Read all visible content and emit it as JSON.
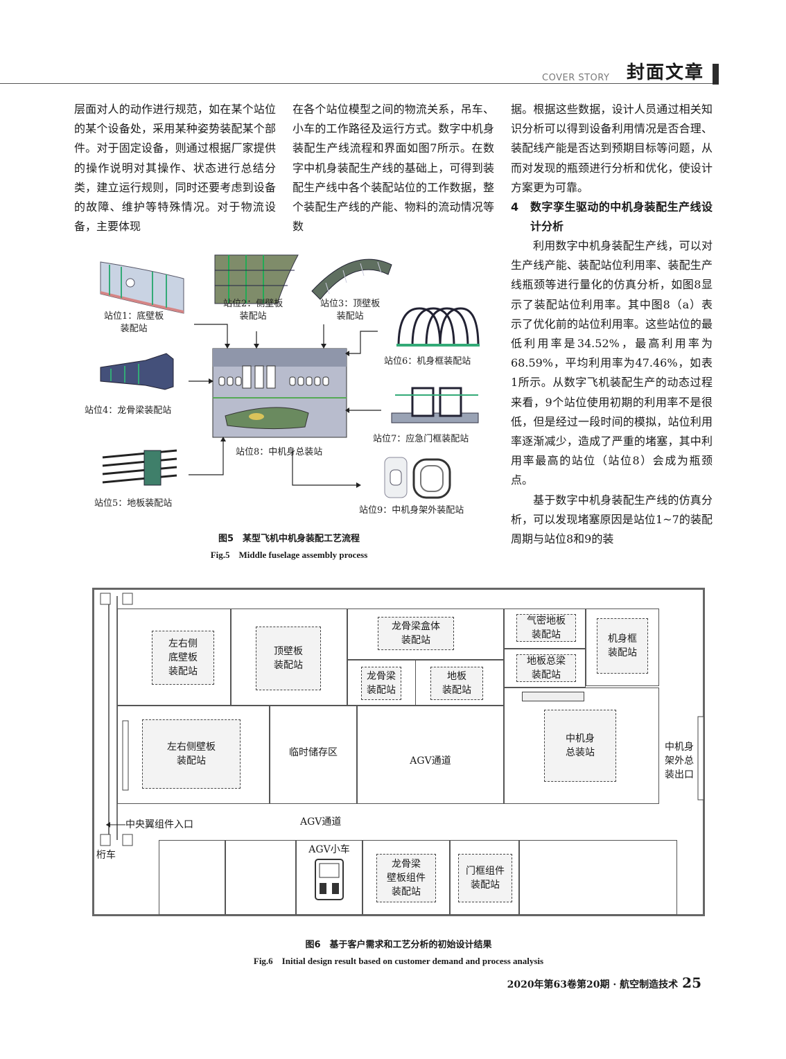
{
  "header": {
    "en": "COVER STORY",
    "cn": "封面文章"
  },
  "columns": {
    "left": [
      "层面对人的动作进行规范，如在某个站位的某个设备处，采用某种姿势装配某个部件。对于固定设备，则通过根据厂家提供的操作说明对其操作、状态进行总结分类，建立运行规则，同时还要考虑到设备的故障、维护等特殊情况。对于物流设备，主要体现"
    ],
    "middle": [
      "在各个站位模型之间的物流关系，吊车、小车的工作路径及运行方式。数字中机身装配生产线流程和界面如图7所示。在数字中机身装配生产线的基础上，可得到装配生产线中各个装配站位的工作数据，整个装配生产线的产能、物料的流动情况等数"
    ],
    "right_p1": "据。根据这些数据，设计人员通过相关知识分析可以得到设备利用情况是否合理、装配线产能是否达到预期目标等问题，从而对发现的瓶颈进行分析和优化，使设计方案更为可靠。",
    "section_heading": "4　数字孪生驱动的中机身装配生产线设计分析",
    "right_p2": "利用数字中机身装配生产线，可以对生产线产能、装配站位利用率、装配生产线瓶颈等进行量化的仿真分析，如图8显示了装配站位利用率。其中图8（a）表示了优化前的站位利用率。这些站位的最低利用率是34.52%，最高利用率为68.59%，平均利用率为47.46%，如表1所示。从数字飞机装配生产的动态过程来看，9个站位使用初期的利用率不是很低，但是经过一段时间的模拟，站位利用率逐渐减少，造成了严重的堵塞，其中利用率最高的站位（站位8）会成为瓶颈点。",
    "right_p3": "基于数字中机身装配生产线的仿真分析，可以发现堵塞原因是站位1~7的装配周期与站位8和9的装"
  },
  "fig5": {
    "stations": {
      "s1": "站位1：底壁板\n装配站",
      "s2": "站位2：侧壁板\n装配站",
      "s3": "站位3：顶壁板\n装配站",
      "s4": "站位4：龙骨梁装配站",
      "s5": "站位5：地板装配站",
      "s6": "站位6：机身框装配站",
      "s7": "站位7：应急门框装配站",
      "s8": "站位8：中机身总装站",
      "s9": "站位9：中机身架外装配站"
    },
    "caption_cn": "图5　某型飞机中机身装配工艺流程",
    "caption_en": "Fig.5　Middle fuselage assembly process"
  },
  "fig6": {
    "labels": {
      "lr_bottom": "左右侧\n底壁板\n装配站",
      "top_panel": "顶壁板\n装配站",
      "keel_box": "龙骨梁盒体\n装配站",
      "keel": "龙骨梁\n装配站",
      "floor": "地板\n装配站",
      "airtight_floor": "气密地板\n装配站",
      "floor_beam": "地板总梁\n装配站",
      "frame": "机身框\n装配站",
      "lr_side": "左右侧壁板\n装配站",
      "temp_storage": "临时储存区",
      "agv_channel_1": "AGV通道",
      "final_assembly": "中机身\n总装站",
      "exit": "中机身\n架外总\n装出口",
      "wing_entry": "中央翼组件入口",
      "agv_channel_2": "AGV通道",
      "crane": "桁车",
      "agv_cart": "AGV小车",
      "keel_panel": "龙骨梁\n壁板组件\n装配站",
      "door_frame": "门框组件\n装配站"
    },
    "caption_cn": "图6　基于客户需求和工艺分析的初始设计结果",
    "caption_en": "Fig.6　Initial design result based on customer demand and process analysis"
  },
  "footer": {
    "journal": "2020年第63卷第20期 · 航空制造技术",
    "page": "25"
  }
}
